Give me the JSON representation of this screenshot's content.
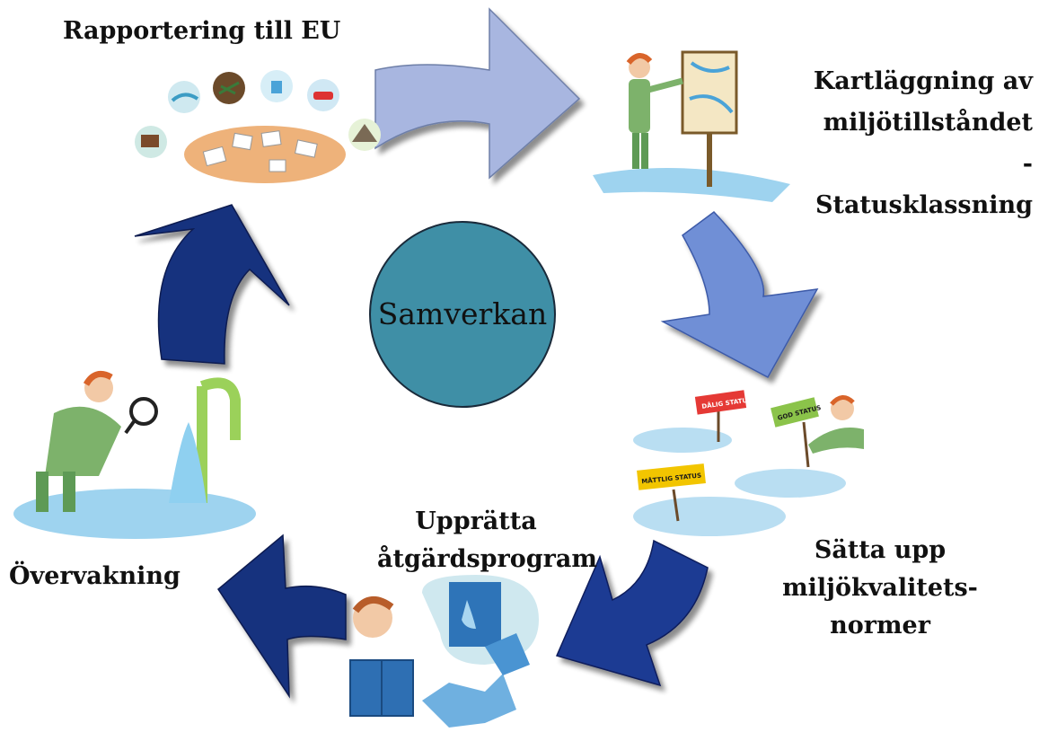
{
  "center": {
    "label": "Samverkan",
    "fill": "#3f8fa6"
  },
  "steps": [
    {
      "id": "rapportering",
      "title": "Rapportering till EU"
    },
    {
      "id": "kartlaggning",
      "title_lines": [
        "Kartläggning av",
        "miljötillståndet -",
        "Statusklassning"
      ]
    },
    {
      "id": "normer",
      "title_lines": [
        "Sätta upp",
        "miljökvalitets-",
        "normer"
      ]
    },
    {
      "id": "atgardsprogram",
      "title_lines": [
        "Upprätta",
        "åtgärdsprogram"
      ]
    },
    {
      "id": "overvakning",
      "title": "Övervakning"
    }
  ],
  "signs": {
    "daligt": "DÅLIG STATUS",
    "god": "GOD STATUS",
    "mattlig": "MÅTTLIG STATUS"
  },
  "colors": {
    "arrow_light": "#a8b6e0",
    "arrow_mid": "#6f8fd6",
    "arrow_dark": "#1f3a93",
    "arrow_navy": "#16307e",
    "water": "#9ed3ef",
    "table": "#eeb27a"
  }
}
